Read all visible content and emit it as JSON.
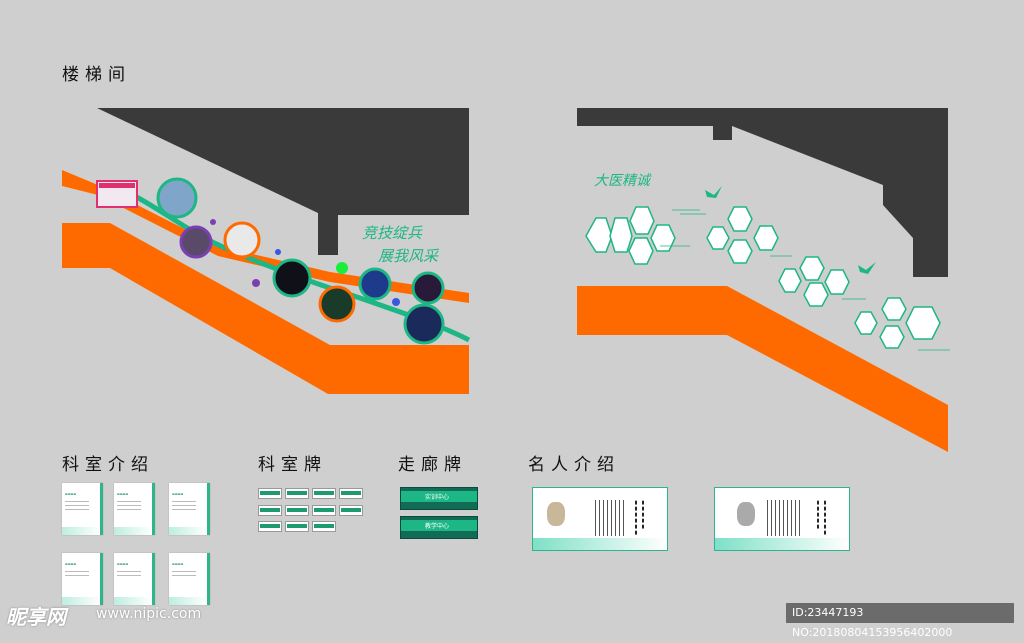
{
  "sections": {
    "stairwell": "楼梯间",
    "dept_intro": "科室介绍",
    "dept_sign": "科室牌",
    "corridor_sign": "走廊牌",
    "celebrity": "名人介绍"
  },
  "slogans": {
    "left_line1": "竞技绽兵",
    "left_line2": "展我风采",
    "right": "大医精诚"
  },
  "corridor_signs": {
    "sign1": "实训中心",
    "sign2": "教学中心"
  },
  "watermark": {
    "logo_text": "昵享网",
    "url": "www.nipic.com",
    "id_text": "ID:23447193 NO:20180804153956402000"
  },
  "colors": {
    "background": "#cfcfcf",
    "dark_wall": "#3a3a3a",
    "orange": "#ff6a00",
    "green": "#1db685"
  }
}
